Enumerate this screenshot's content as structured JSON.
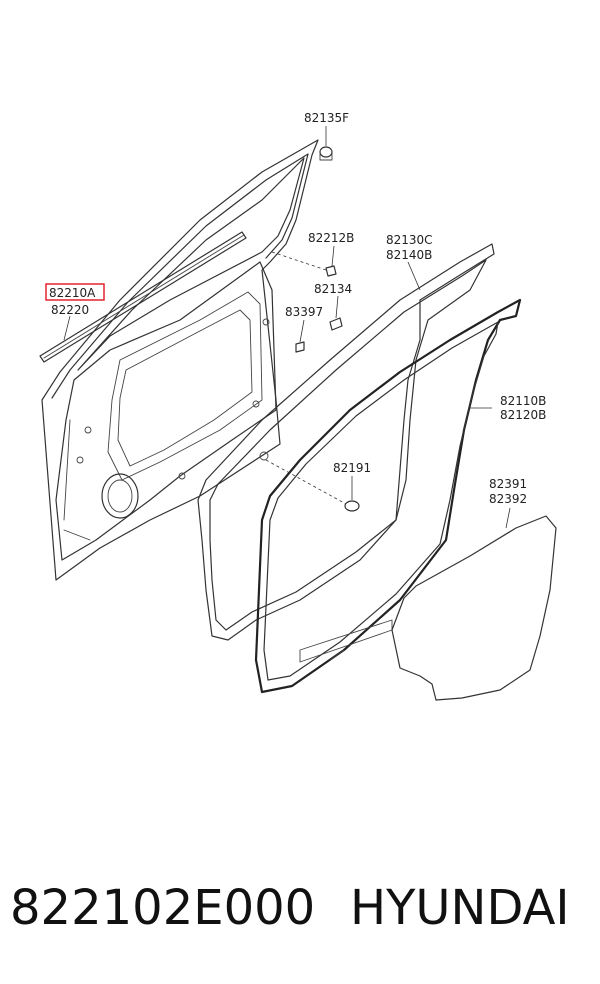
{
  "diagram": {
    "highlight_color": "#e0141e",
    "labels": {
      "door_panel_a": "82210A",
      "door_panel_b": "82220",
      "clip_top": "82135F",
      "fastener": "82212B",
      "weatherstrip_outer_a": "82130C",
      "weatherstrip_outer_b": "82140B",
      "plug": "82134",
      "retainer": "83397",
      "weatherstrip_inner_a": "82110B",
      "weatherstrip_inner_b": "82120B",
      "grommet": "82191",
      "film_a": "82391",
      "film_b": "82392"
    }
  },
  "caption": {
    "part_number": "822102E000",
    "brand": "HYUNDAI"
  }
}
